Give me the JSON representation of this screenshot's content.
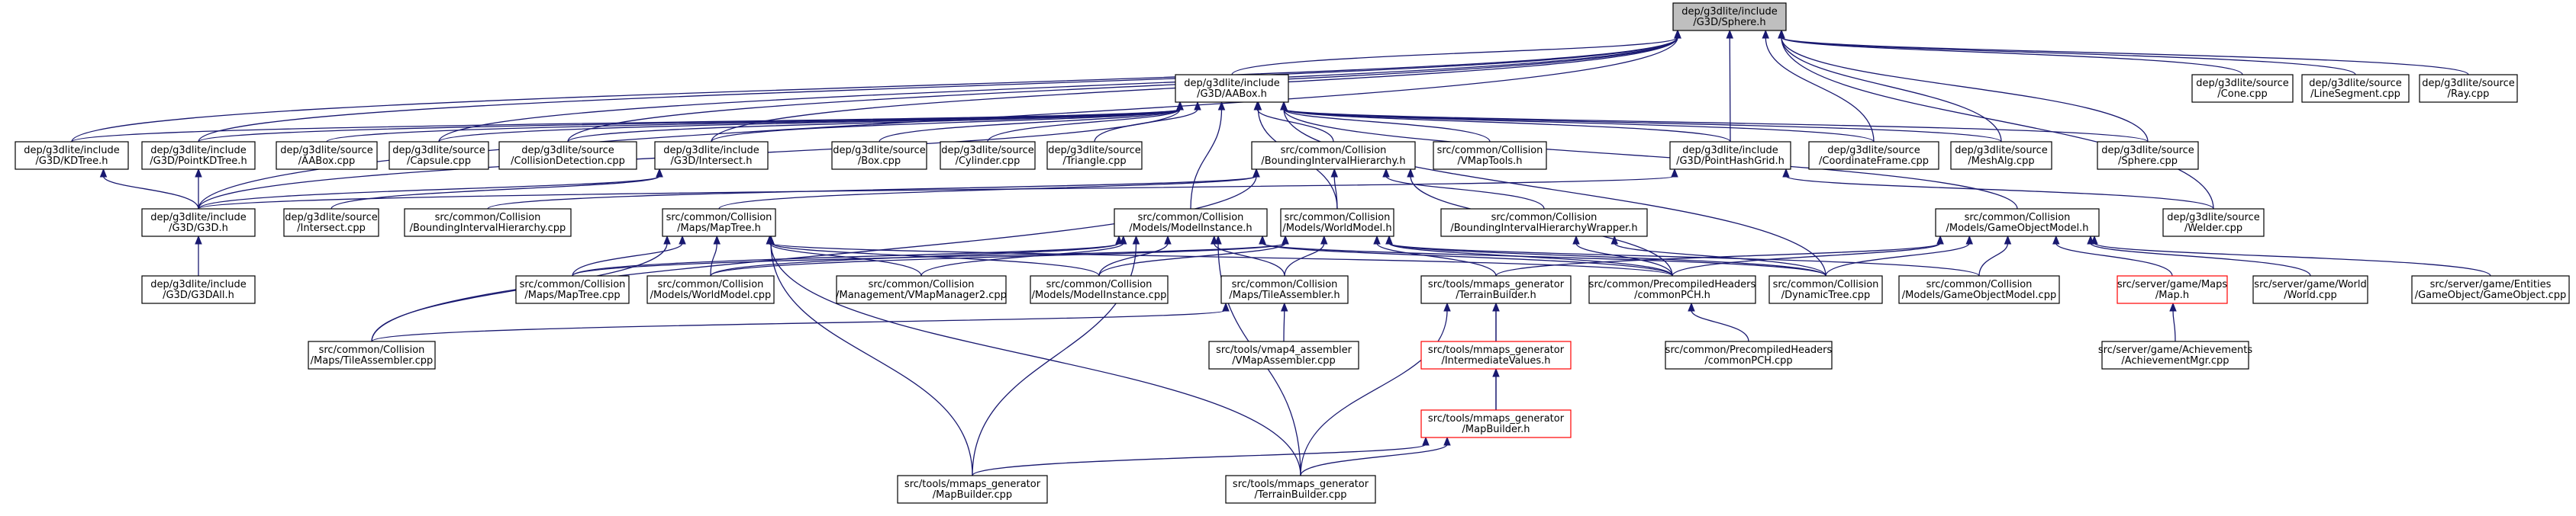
{
  "graph": {
    "type": "include-dependency-graph",
    "edge_color": "#191970",
    "root_fill": "#bfbfbf",
    "missing_border": "#ff0000",
    "nodes": [
      {
        "id": "sphere_h",
        "lines": [
          "dep/g3dlite/include",
          "/G3D/Sphere.h"
        ],
        "style": "root"
      },
      {
        "id": "aabox_h",
        "lines": [
          "dep/g3dlite/include",
          "/G3D/AABox.h"
        ]
      },
      {
        "id": "cone_cpp",
        "lines": [
          "dep/g3dlite/source",
          "/Cone.cpp"
        ]
      },
      {
        "id": "linesegment_cpp",
        "lines": [
          "dep/g3dlite/source",
          "/LineSegment.cpp"
        ]
      },
      {
        "id": "ray_cpp",
        "lines": [
          "dep/g3dlite/source",
          "/Ray.cpp"
        ]
      },
      {
        "id": "kdtree_h",
        "lines": [
          "dep/g3dlite/include",
          "/G3D/KDTree.h"
        ]
      },
      {
        "id": "pointkdtree_h",
        "lines": [
          "dep/g3dlite/include",
          "/G3D/PointKDTree.h"
        ]
      },
      {
        "id": "aabox_cpp",
        "lines": [
          "dep/g3dlite/source",
          "/AABox.cpp"
        ]
      },
      {
        "id": "capsule_cpp",
        "lines": [
          "dep/g3dlite/source",
          "/Capsule.cpp"
        ]
      },
      {
        "id": "collisiondetection_cpp",
        "lines": [
          "dep/g3dlite/source",
          "/CollisionDetection.cpp"
        ]
      },
      {
        "id": "intersect_h",
        "lines": [
          "dep/g3dlite/include",
          "/G3D/Intersect.h"
        ]
      },
      {
        "id": "box_cpp",
        "lines": [
          "dep/g3dlite/source",
          "/Box.cpp"
        ]
      },
      {
        "id": "cylinder_cpp",
        "lines": [
          "dep/g3dlite/source",
          "/Cylinder.cpp"
        ]
      },
      {
        "id": "triangle_cpp",
        "lines": [
          "dep/g3dlite/source",
          "/Triangle.cpp"
        ]
      },
      {
        "id": "bih_h",
        "lines": [
          "src/common/Collision",
          "/BoundingIntervalHierarchy.h"
        ]
      },
      {
        "id": "vmaptools_h",
        "lines": [
          "src/common/Collision",
          "/VMapTools.h"
        ]
      },
      {
        "id": "pointhashgrid_h",
        "lines": [
          "dep/g3dlite/include",
          "/G3D/PointHashGrid.h"
        ]
      },
      {
        "id": "coordinateframe_cpp",
        "lines": [
          "dep/g3dlite/source",
          "/CoordinateFrame.cpp"
        ]
      },
      {
        "id": "meshalg_cpp",
        "lines": [
          "dep/g3dlite/source",
          "/MeshAlg.cpp"
        ]
      },
      {
        "id": "sphere_cpp",
        "lines": [
          "dep/g3dlite/source",
          "/Sphere.cpp"
        ]
      },
      {
        "id": "g3d_h",
        "lines": [
          "dep/g3dlite/include",
          "/G3D/G3D.h"
        ]
      },
      {
        "id": "intersect_cpp",
        "lines": [
          "dep/g3dlite/source",
          "/Intersect.cpp"
        ]
      },
      {
        "id": "bih_cpp",
        "lines": [
          "src/common/Collision",
          "/BoundingIntervalHierarchy.cpp"
        ]
      },
      {
        "id": "maptree_h",
        "lines": [
          "src/common/Collision",
          "/Maps/MapTree.h"
        ]
      },
      {
        "id": "modelinstance_h",
        "lines": [
          "src/common/Collision",
          "/Models/ModelInstance.h"
        ]
      },
      {
        "id": "worldmodel_h",
        "lines": [
          "src/common/Collision",
          "/Models/WorldModel.h"
        ]
      },
      {
        "id": "bihwrapper_h",
        "lines": [
          "src/common/Collision",
          "/BoundingIntervalHierarchyWrapper.h"
        ]
      },
      {
        "id": "gameobjectmodel_h",
        "lines": [
          "src/common/Collision",
          "/Models/GameObjectModel.h"
        ]
      },
      {
        "id": "welder_cpp",
        "lines": [
          "dep/g3dlite/source",
          "/Welder.cpp"
        ]
      },
      {
        "id": "g3dall_h",
        "lines": [
          "dep/g3dlite/include",
          "/G3D/G3DAll.h"
        ]
      },
      {
        "id": "maptree_cpp",
        "lines": [
          "src/common/Collision",
          "/Maps/MapTree.cpp"
        ]
      },
      {
        "id": "worldmodel_cpp",
        "lines": [
          "src/common/Collision",
          "/Models/WorldModel.cpp"
        ]
      },
      {
        "id": "vmapmanager2_cpp",
        "lines": [
          "src/common/Collision",
          "/Management/VMapManager2.cpp"
        ]
      },
      {
        "id": "modelinstance_cpp",
        "lines": [
          "src/common/Collision",
          "/Models/ModelInstance.cpp"
        ]
      },
      {
        "id": "terrainbuilder_h",
        "lines": [
          "src/tools/mmaps_generator",
          "/TerrainBuilder.h"
        ]
      },
      {
        "id": "commonpch_h",
        "lines": [
          "src/common/PrecompiledHeaders",
          "/commonPCH.h"
        ]
      },
      {
        "id": "dynamictree_cpp",
        "lines": [
          "src/common/Collision",
          "/DynamicTree.cpp"
        ]
      },
      {
        "id": "gameobjectmodel_cpp",
        "lines": [
          "src/common/Collision",
          "/Models/GameObjectModel.cpp"
        ]
      },
      {
        "id": "map_h",
        "lines": [
          "src/server/game/Maps",
          "/Map.h"
        ],
        "style": "red"
      },
      {
        "id": "world_cpp",
        "lines": [
          "src/server/game/World",
          "/World.cpp"
        ]
      },
      {
        "id": "gameobject_cpp",
        "lines": [
          "src/server/game/Entities",
          "/GameObject/GameObject.cpp"
        ]
      },
      {
        "id": "tileassembler_h",
        "lines": [
          "src/common/Collision",
          "/Maps/TileAssembler.h"
        ]
      },
      {
        "id": "intermediatevalues_h",
        "lines": [
          "src/tools/mmaps_generator",
          "/IntermediateValues.h"
        ],
        "style": "red"
      },
      {
        "id": "commonpch_cpp",
        "lines": [
          "src/common/PrecompiledHeaders",
          "/commonPCH.cpp"
        ]
      },
      {
        "id": "achievementmgr_cpp",
        "lines": [
          "src/server/game/Achievements",
          "/AchievementMgr.cpp"
        ]
      },
      {
        "id": "tileassembler_cpp",
        "lines": [
          "src/common/Collision",
          "/Maps/TileAssembler.cpp"
        ]
      },
      {
        "id": "vmapassembler_cpp",
        "lines": [
          "src/tools/vmap4_assembler",
          "/VMapAssembler.cpp"
        ]
      },
      {
        "id": "mapbuilder_h",
        "lines": [
          "src/tools/mmaps_generator",
          "/MapBuilder.h"
        ],
        "style": "red"
      },
      {
        "id": "mapbuilder_cpp",
        "lines": [
          "src/tools/mmaps_generator",
          "/MapBuilder.cpp"
        ]
      },
      {
        "id": "terrainbuilder_cpp",
        "lines": [
          "src/tools/mmaps_generator",
          "/TerrainBuilder.cpp"
        ]
      }
    ],
    "edges": [
      [
        "aabox_h",
        "sphere_h"
      ],
      [
        "cone_cpp",
        "sphere_h"
      ],
      [
        "linesegment_cpp",
        "sphere_h"
      ],
      [
        "ray_cpp",
        "sphere_h"
      ],
      [
        "kdtree_h",
        "sphere_h"
      ],
      [
        "pointkdtree_h",
        "sphere_h"
      ],
      [
        "capsule_cpp",
        "sphere_h"
      ],
      [
        "collisiondetection_cpp",
        "sphere_h"
      ],
      [
        "pointhashgrid_h",
        "sphere_h"
      ],
      [
        "coordinateframe_cpp",
        "sphere_h"
      ],
      [
        "meshalg_cpp",
        "sphere_h"
      ],
      [
        "sphere_cpp",
        "sphere_h"
      ],
      [
        "g3d_h",
        "sphere_h"
      ],
      [
        "welder_cpp",
        "sphere_h"
      ],
      [
        "intersect_h",
        "sphere_h"
      ],
      [
        "kdtree_h",
        "aabox_h"
      ],
      [
        "pointkdtree_h",
        "aabox_h"
      ],
      [
        "aabox_cpp",
        "aabox_h"
      ],
      [
        "capsule_cpp",
        "aabox_h"
      ],
      [
        "collisiondetection_cpp",
        "aabox_h"
      ],
      [
        "intersect_h",
        "aabox_h"
      ],
      [
        "box_cpp",
        "aabox_h"
      ],
      [
        "cylinder_cpp",
        "aabox_h"
      ],
      [
        "triangle_cpp",
        "aabox_h"
      ],
      [
        "bih_h",
        "aabox_h"
      ],
      [
        "vmaptools_h",
        "aabox_h"
      ],
      [
        "pointhashgrid_h",
        "aabox_h"
      ],
      [
        "coordinateframe_cpp",
        "aabox_h"
      ],
      [
        "meshalg_cpp",
        "aabox_h"
      ],
      [
        "sphere_cpp",
        "aabox_h"
      ],
      [
        "g3d_h",
        "aabox_h"
      ],
      [
        "modelinstance_h",
        "aabox_h"
      ],
      [
        "worldmodel_h",
        "aabox_h"
      ],
      [
        "gameobjectmodel_h",
        "aabox_h"
      ],
      [
        "dynamictree_cpp",
        "aabox_h"
      ],
      [
        "g3d_h",
        "kdtree_h"
      ],
      [
        "g3d_h",
        "pointkdtree_h"
      ],
      [
        "g3d_h",
        "intersect_h"
      ],
      [
        "intersect_cpp",
        "intersect_h"
      ],
      [
        "g3d_h",
        "pointhashgrid_h"
      ],
      [
        "welder_cpp",
        "pointhashgrid_h"
      ],
      [
        "g3dall_h",
        "g3d_h"
      ],
      [
        "bih_cpp",
        "bih_h"
      ],
      [
        "maptree_h",
        "bih_h"
      ],
      [
        "worldmodel_h",
        "bih_h"
      ],
      [
        "bihwrapper_h",
        "bih_h"
      ],
      [
        "commonpch_h",
        "bih_h"
      ],
      [
        "tileassembler_cpp",
        "bih_h"
      ],
      [
        "maptree_cpp",
        "maptree_h"
      ],
      [
        "worldmodel_cpp",
        "maptree_h"
      ],
      [
        "vmapmanager2_cpp",
        "maptree_h"
      ],
      [
        "modelinstance_cpp",
        "maptree_h"
      ],
      [
        "commonpch_h",
        "maptree_h"
      ],
      [
        "tileassembler_cpp",
        "maptree_h"
      ],
      [
        "mapbuilder_cpp",
        "maptree_h"
      ],
      [
        "terrainbuilder_cpp",
        "maptree_h"
      ],
      [
        "maptree_cpp",
        "modelinstance_h"
      ],
      [
        "worldmodel_cpp",
        "modelinstance_h"
      ],
      [
        "vmapmanager2_cpp",
        "modelinstance_h"
      ],
      [
        "modelinstance_cpp",
        "modelinstance_h"
      ],
      [
        "tileassembler_h",
        "modelinstance_h"
      ],
      [
        "commonpch_h",
        "modelinstance_h"
      ],
      [
        "mapbuilder_cpp",
        "modelinstance_h"
      ],
      [
        "terrainbuilder_cpp",
        "modelinstance_h"
      ],
      [
        "dynamictree_cpp",
        "modelinstance_h"
      ],
      [
        "maptree_cpp",
        "worldmodel_h"
      ],
      [
        "worldmodel_cpp",
        "worldmodel_h"
      ],
      [
        "modelinstance_cpp",
        "worldmodel_h"
      ],
      [
        "tileassembler_h",
        "worldmodel_h"
      ],
      [
        "terrainbuilder_h",
        "worldmodel_h"
      ],
      [
        "commonpch_h",
        "worldmodel_h"
      ],
      [
        "gameobjectmodel_cpp",
        "worldmodel_h"
      ],
      [
        "dynamictree_cpp",
        "worldmodel_h"
      ],
      [
        "commonpch_h",
        "bihwrapper_h"
      ],
      [
        "dynamictree_cpp",
        "bihwrapper_h"
      ],
      [
        "terrainbuilder_h",
        "gameobjectmodel_h"
      ],
      [
        "commonpch_h",
        "gameobjectmodel_h"
      ],
      [
        "dynamictree_cpp",
        "gameobjectmodel_h"
      ],
      [
        "gameobjectmodel_cpp",
        "gameobjectmodel_h"
      ],
      [
        "map_h",
        "gameobjectmodel_h"
      ],
      [
        "world_cpp",
        "gameobjectmodel_h"
      ],
      [
        "gameobject_cpp",
        "gameobjectmodel_h"
      ],
      [
        "intermediatevalues_h",
        "terrainbuilder_h"
      ],
      [
        "mapbuilder_h",
        "terrainbuilder_h"
      ],
      [
        "terrainbuilder_cpp",
        "terrainbuilder_h"
      ],
      [
        "commonpch_cpp",
        "commonpch_h"
      ],
      [
        "achievementmgr_cpp",
        "map_h"
      ],
      [
        "tileassembler_cpp",
        "tileassembler_h"
      ],
      [
        "vmapassembler_cpp",
        "tileassembler_h"
      ],
      [
        "mapbuilder_h",
        "intermediatevalues_h"
      ],
      [
        "mapbuilder_cpp",
        "mapbuilder_h"
      ],
      [
        "terrainbuilder_cpp",
        "mapbuilder_h"
      ]
    ]
  }
}
